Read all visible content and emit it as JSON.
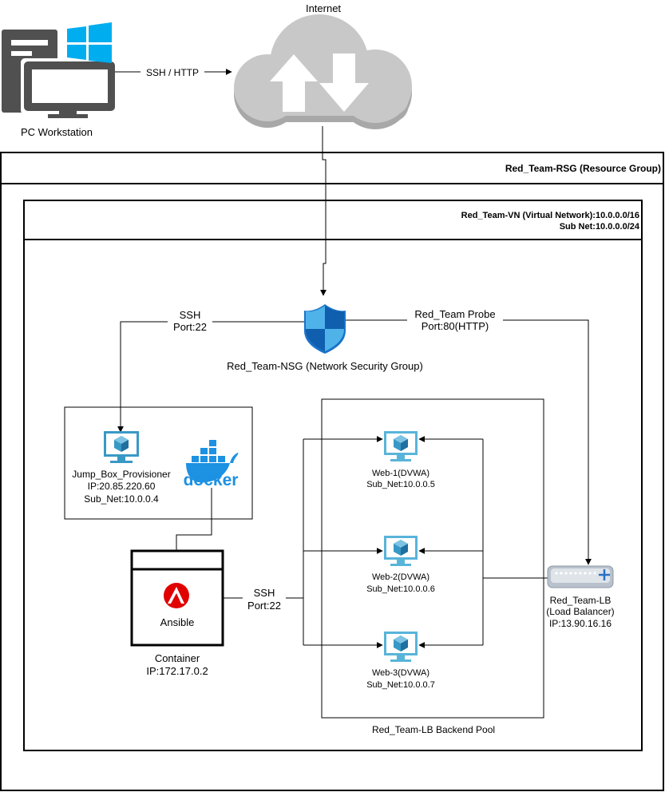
{
  "internet": {
    "label": "Internet"
  },
  "workstation": {
    "label": "PC Workstation"
  },
  "ssh_http": {
    "label": "SSH / HTTP"
  },
  "rsg": {
    "label": "Red_Team-RSG (Resource Group)"
  },
  "vn": {
    "line1": "Red_Team-VN (Virtual Network):10.0.0.0/16",
    "line2": "Sub Net:10.0.0.0/24"
  },
  "nsg": {
    "label": "Red_Team-NSG (Network Security Group)"
  },
  "ssh_edge": {
    "line1": "SSH",
    "line2": "Port:22"
  },
  "probe_edge": {
    "line1": "Red_Team Probe",
    "line2": "Port:80(HTTP)"
  },
  "jumpbox": {
    "name": "Jump_Box_Provisioner",
    "ip": "IP:20.85.220.60",
    "subnet": "Sub_Net:10.0.0.4"
  },
  "docker": {
    "label": "docker"
  },
  "container": {
    "ansible": "Ansible",
    "title": "Container",
    "ip": "IP:172.17.0.2"
  },
  "ansible_ssh": {
    "line1": "SSH",
    "line2": "Port:22"
  },
  "web": [
    {
      "name": "Web-1(DVWA)",
      "subnet": "Sub_Net:10.0.0.5"
    },
    {
      "name": "Web-2(DVWA)",
      "subnet": "Sub_Net:10.0.0.6"
    },
    {
      "name": "Web-3(DVWA)",
      "subnet": "Sub_Net:10.0.0.7"
    }
  ],
  "pool": {
    "label": "Red_Team-LB Backend Pool"
  },
  "lb": {
    "line1": "Red_Team-LB",
    "line2": "(Load Balancer)",
    "line3": "IP:13.90.16.16"
  },
  "colors": {
    "azure": "#3999c6",
    "azure_light": "#59b4d9",
    "cloud": "#c8c8c8",
    "workstation": "#505050",
    "windows": "#00adef",
    "ansible": "#e00000",
    "docker": "#1d91e2"
  }
}
